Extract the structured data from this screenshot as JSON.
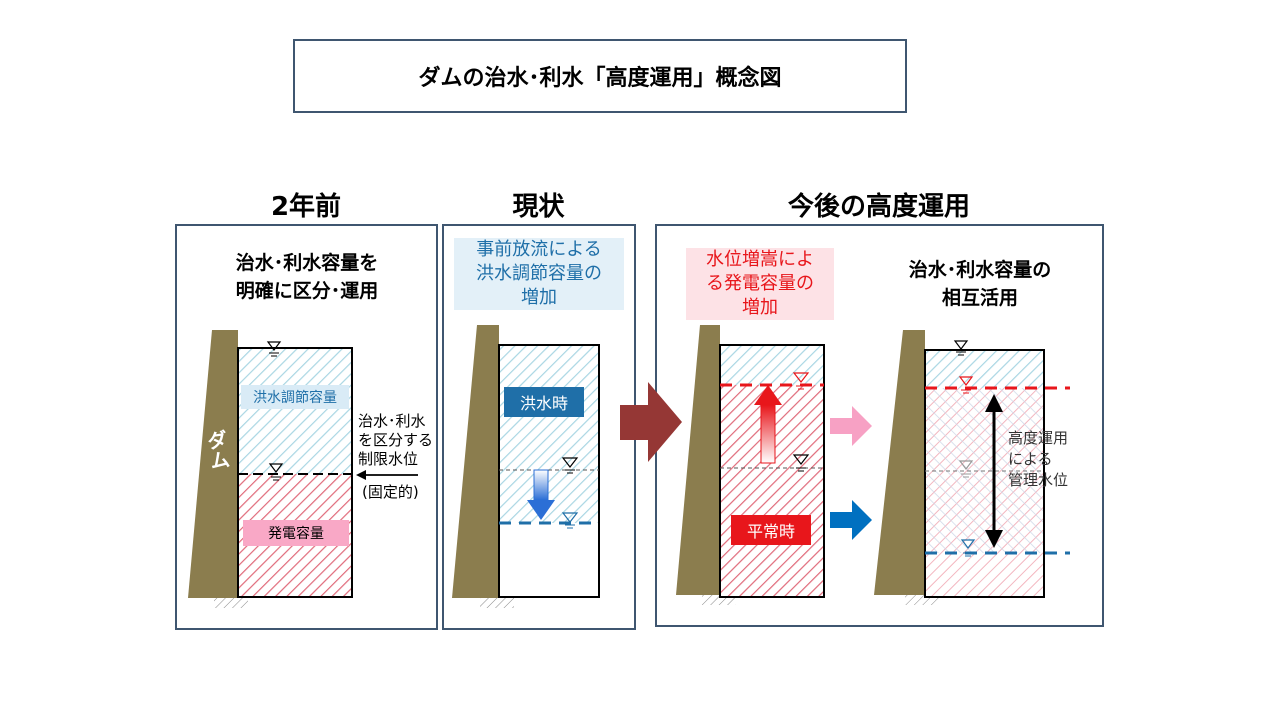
{
  "title": "ダムの治水･利水「高度運用」概念図",
  "headers": {
    "before": "2年前",
    "current": "現状",
    "future": "今後の高度運用"
  },
  "panel1": {
    "caption": [
      "治水･利水容量を",
      "明確に区分･運用"
    ],
    "dam_label": "ダム",
    "flood_label": "洪水調節容量",
    "power_label": "発電容量",
    "side_note": [
      "治水･利水",
      "を区分する",
      "制限水位"
    ],
    "fixed_note": "(固定的)"
  },
  "panel2": {
    "caption": [
      "事前放流による",
      "洪水調節容量の",
      "増加"
    ],
    "flood_time": "洪水時"
  },
  "panel3": {
    "caption_left": [
      "水位増嵩によ",
      "る発電容量の",
      "増加"
    ],
    "normal_time": "平常時",
    "caption_right": [
      "治水･利水容量の",
      "相互活用"
    ],
    "managed_level": [
      "高度運用",
      "による",
      "管理水位"
    ]
  },
  "colors": {
    "frame": "#3f5670",
    "dam": "#8b7d4e",
    "flood_hatch": "#a9d6e3",
    "power_hatch": "#e06a7a",
    "red_line": "#e8161b",
    "blue_line": "#1f6fa8",
    "big_arrow": "#953735",
    "pink_arrow": "#f7a1c4",
    "blue_arrow": "#0070c0"
  },
  "icons": [
    "water-level-icon",
    "up-arrow-icon",
    "down-arrow-icon",
    "double-arrow-icon",
    "right-arrow-icon"
  ]
}
